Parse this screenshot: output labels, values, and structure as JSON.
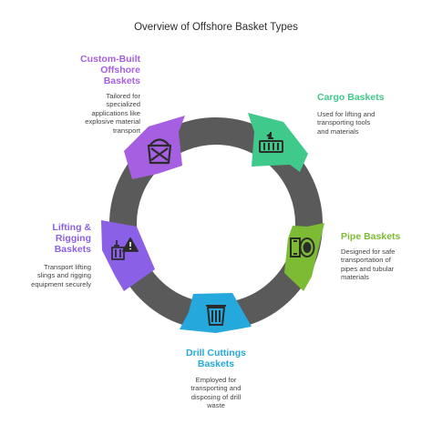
{
  "title": "Overview of Offshore Basket Types",
  "colors": {
    "ring": "#5a5a5a",
    "custom": "#a55fe0",
    "cargo": "#3fc98b",
    "pipe": "#7dbb35",
    "drill": "#25a8db",
    "lifting": "#8a61e6"
  },
  "items": [
    {
      "key": "custom",
      "icon": "basket-icon",
      "label_lines": [
        "Custom-Built",
        "Offshore",
        "Baskets"
      ],
      "desc_lines": [
        "Tailored for",
        "specialized",
        "applications like",
        "explosive material",
        "transport"
      ]
    },
    {
      "key": "cargo",
      "icon": "cargo-crane-icon",
      "label_lines": [
        "Cargo Baskets"
      ],
      "desc_lines": [
        "Used for lifting and",
        "transporting tools",
        "and materials"
      ]
    },
    {
      "key": "pipe",
      "icon": "pipe-icon",
      "label_lines": [
        "Pipe Baskets"
      ],
      "desc_lines": [
        "Designed for safe",
        "transportation of",
        "pipes and tubular",
        "materials"
      ]
    },
    {
      "key": "drill",
      "icon": "trash-bin-icon",
      "label_lines": [
        "Drill Cuttings",
        "Baskets"
      ],
      "desc_lines": [
        "Employed for",
        "transporting and",
        "disposing of drill",
        "waste"
      ]
    },
    {
      "key": "lifting",
      "icon": "lifting-warning-icon",
      "label_lines": [
        "Lifting &",
        "Rigging",
        "Baskets"
      ],
      "desc_lines": [
        "Transport lifting",
        "slings and rigging",
        "equipment securely"
      ]
    }
  ]
}
